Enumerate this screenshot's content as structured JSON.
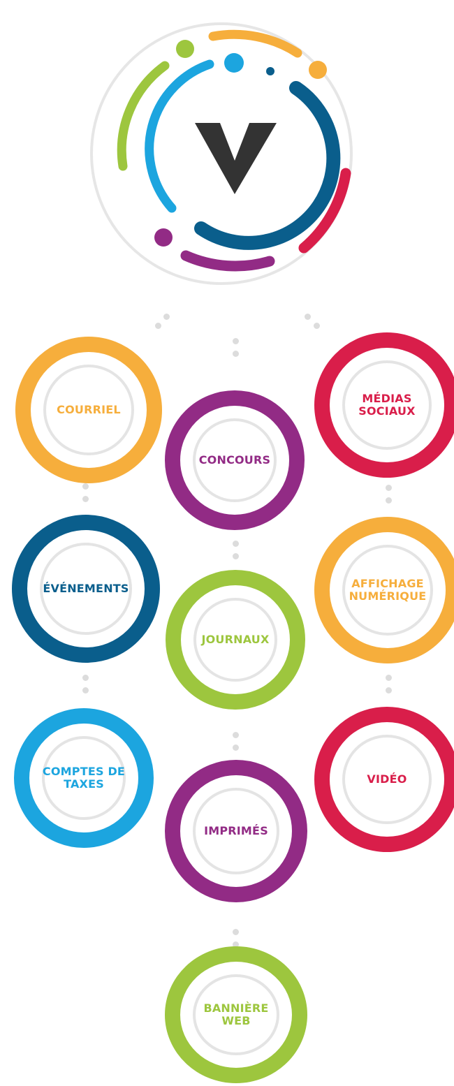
{
  "logo": {
    "letter": "V"
  },
  "colors": {
    "orange": "#f6ae3c",
    "purple": "#922b85",
    "red": "#d91e4a",
    "navy": "#0a5e8c",
    "green": "#9dc63e",
    "sky": "#1ca5df",
    "dark": "#333333",
    "connector": "#dcdcdc",
    "ring": "#e4e4e4"
  },
  "channels": [
    {
      "label": "COURRIEL",
      "color": "#f6ae3c"
    },
    {
      "label": "CONCOURS",
      "color": "#922b85"
    },
    {
      "label": "MÉDIAS SOCIAUX",
      "color": "#d91e4a"
    },
    {
      "label": "ÉVÉNEMENTS",
      "color": "#0a5e8c"
    },
    {
      "label": "JOURNAUX",
      "color": "#9dc63e"
    },
    {
      "label": "AFFICHAGE NUMÉRIQUE",
      "color": "#f6ae3c"
    },
    {
      "label": "COMPTES DE TAXES",
      "color": "#1ca5df"
    },
    {
      "label": "VIDÉO",
      "color": "#d91e4a"
    },
    {
      "label": "IMPRIMÉS",
      "color": "#922b85"
    },
    {
      "label": "BANNIÈRE WEB",
      "color": "#9dc63e"
    }
  ]
}
